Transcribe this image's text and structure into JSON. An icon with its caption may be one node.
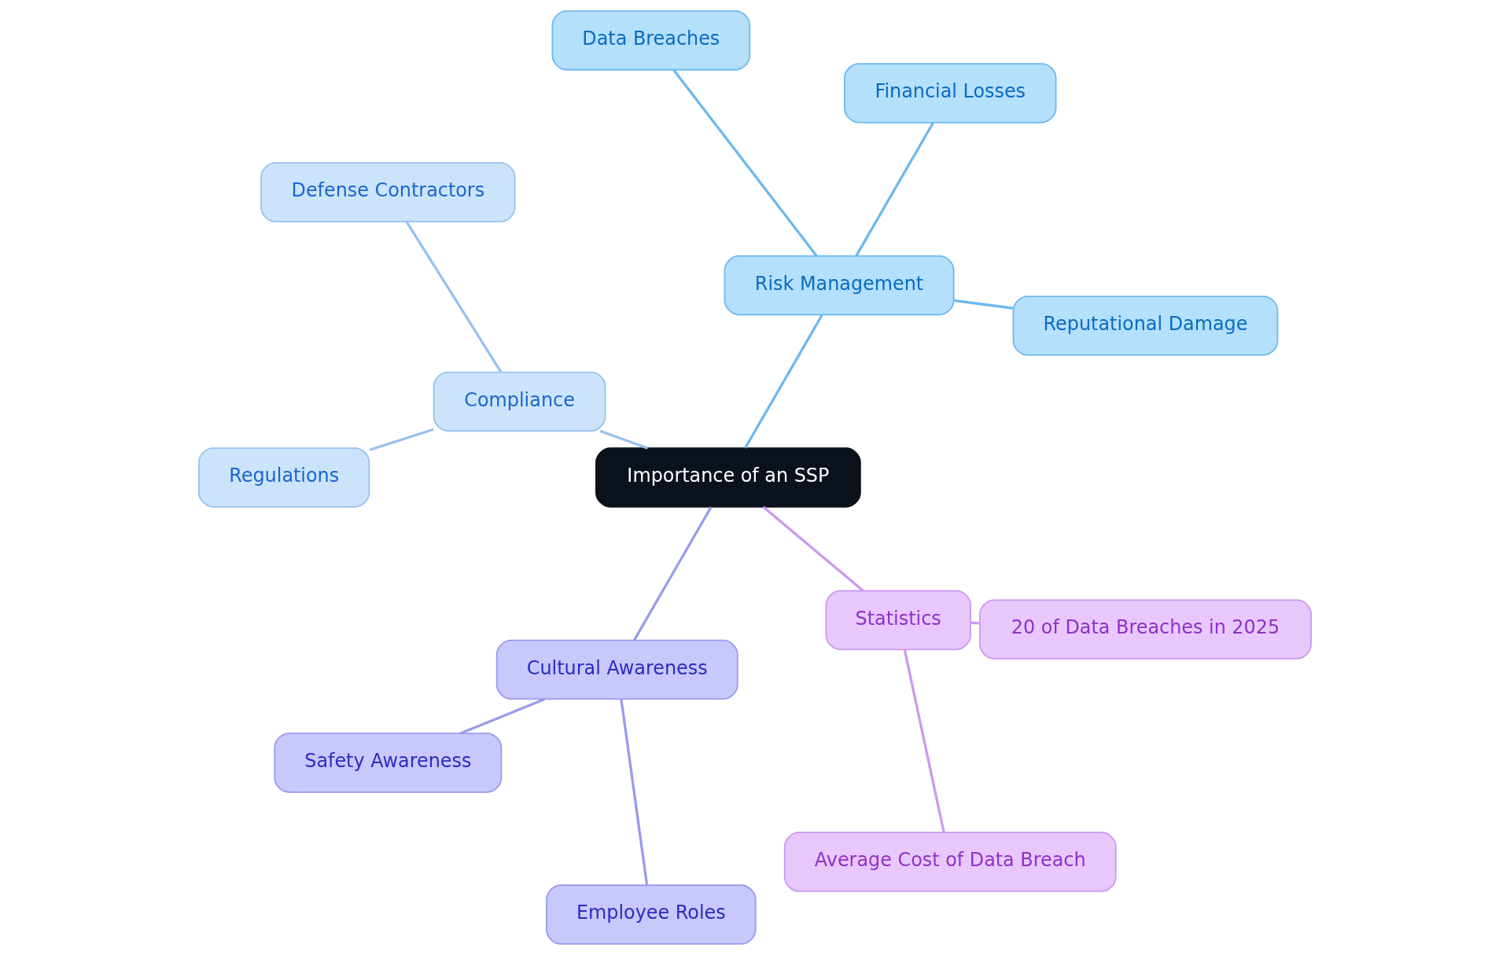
{
  "diagram": {
    "nodes": [
      {
        "text": [
          "Importance of an SSP"
        ]
      },
      {
        "text": [
          "Risk Management"
        ]
      },
      {
        "text": [
          "Reputational Damage"
        ]
      },
      {
        "text": [
          "Financial Losses"
        ]
      },
      {
        "text": [
          "Data Breaches"
        ]
      },
      {
        "text": [
          "Compliance"
        ]
      },
      {
        "text": [
          "Defense Contractors"
        ]
      },
      {
        "text": [
          "Regulations"
        ]
      },
      {
        "text": [
          "Cultural Awareness"
        ]
      },
      {
        "text": [
          "Safety Awareness"
        ]
      },
      {
        "text": [
          "Employee Roles"
        ]
      },
      {
        "text": [
          "Statistics"
        ]
      },
      {
        "text": [
          "Average Cost of Data Breach"
        ]
      },
      {
        "text": [
          "20 of Data Breaches in 2025"
        ]
      }
    ],
    "edges": [
      {
        "from": 0,
        "to": 1,
        "arrow": "none",
        "color": "#6cb8ee"
      },
      {
        "from": 1,
        "to": 2,
        "arrow": "none",
        "color": "#6cb8ee"
      },
      {
        "from": 1,
        "to": 3,
        "arrow": "none",
        "color": "#6cb8ee"
      },
      {
        "from": 1,
        "to": 4,
        "arrow": "none",
        "color": "#6cb8ee"
      },
      {
        "from": 0,
        "to": 5,
        "arrow": "none",
        "color": "#98c0f0"
      },
      {
        "from": 5,
        "to": 6,
        "arrow": "none",
        "color": "#98c0f0"
      },
      {
        "from": 5,
        "to": 7,
        "arrow": "none",
        "color": "#98c0f0"
      },
      {
        "from": 0,
        "to": 8,
        "arrow": "none",
        "color": "#9a9aee"
      },
      {
        "from": 8,
        "to": 9,
        "arrow": "none",
        "color": "#9a9aee"
      },
      {
        "from": 8,
        "to": 10,
        "arrow": "none",
        "color": "#9a9aee"
      },
      {
        "from": 0,
        "to": 11,
        "arrow": "none",
        "color": "#cc98ee"
      },
      {
        "from": 11,
        "to": 12,
        "arrow": "none",
        "color": "#cc98ee"
      },
      {
        "from": 11,
        "to": 13,
        "arrow": "none",
        "color": "#cc98ee"
      }
    ]
  }
}
